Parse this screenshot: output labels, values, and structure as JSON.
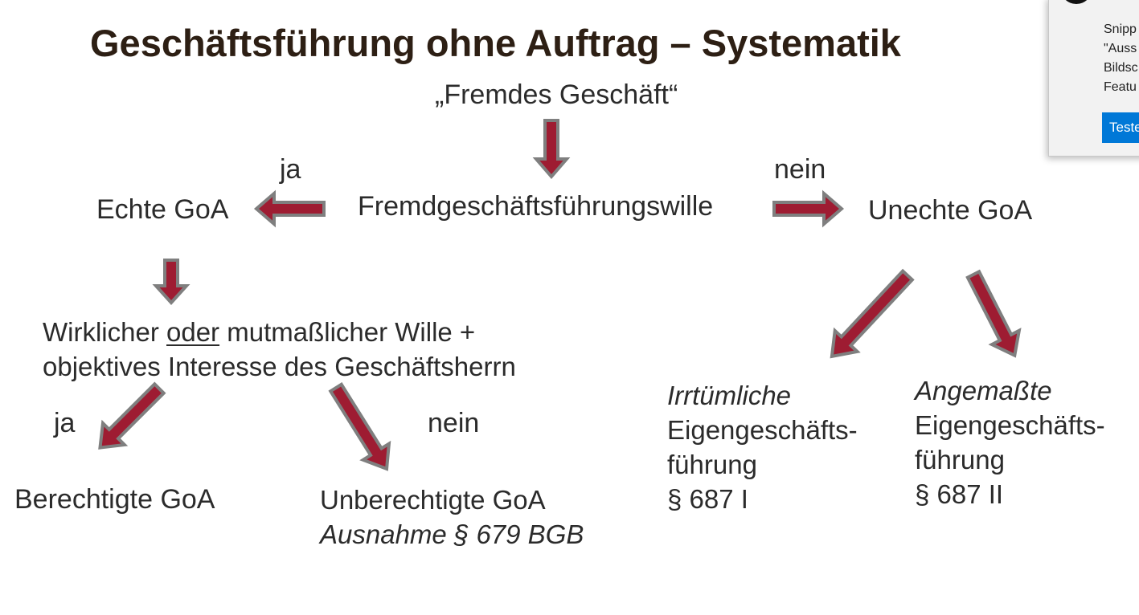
{
  "title": "Geschäftsführung ohne Auftrag – Systematik",
  "nodes": {
    "fremdes_geschaeft": "„Fremdes Geschäft“",
    "fremdgeschaeftsfuehrungswille": "Fremdgeschäftsführungswille",
    "echte_goa": "Echte GoA",
    "unechte_goa": "Unechte GoA",
    "wille_part1": "Wirklicher ",
    "wille_oder": "oder",
    "wille_part2": " mutmaßlicher Wille +",
    "wille_line2": "objektives Interesse des Geschäftsherrn",
    "berechtigte_goa": "Berechtigte GoA",
    "unberechtigte_goa": "Unberechtigte GoA",
    "ausnahme": "Ausnahme § 679 BGB",
    "irrtuemliche": "Irrtümliche",
    "irrtuemliche_line2": "Eigengeschäfts-",
    "irrtuemliche_line3": "führung",
    "irrtuemliche_para": "§ 687 I",
    "angemasste": "Angemaßte",
    "angemasste_line2": "Eigengeschäfts-",
    "angemasste_line3": "führung",
    "angemasste_para": "§ 687 II"
  },
  "labels": {
    "ja_top": "ja",
    "nein_top": "nein",
    "ja_bottom": "ja",
    "nein_bottom": "nein"
  },
  "colors": {
    "arrow_fill": "#9e1c32",
    "arrow_outline": "#7f7f7f",
    "title": "#2d1f14"
  },
  "popup": {
    "line1": "Snipp",
    "line2": "\"Auss",
    "line3": "Bildsc",
    "line4": "Featu",
    "button_label": "Teste"
  }
}
